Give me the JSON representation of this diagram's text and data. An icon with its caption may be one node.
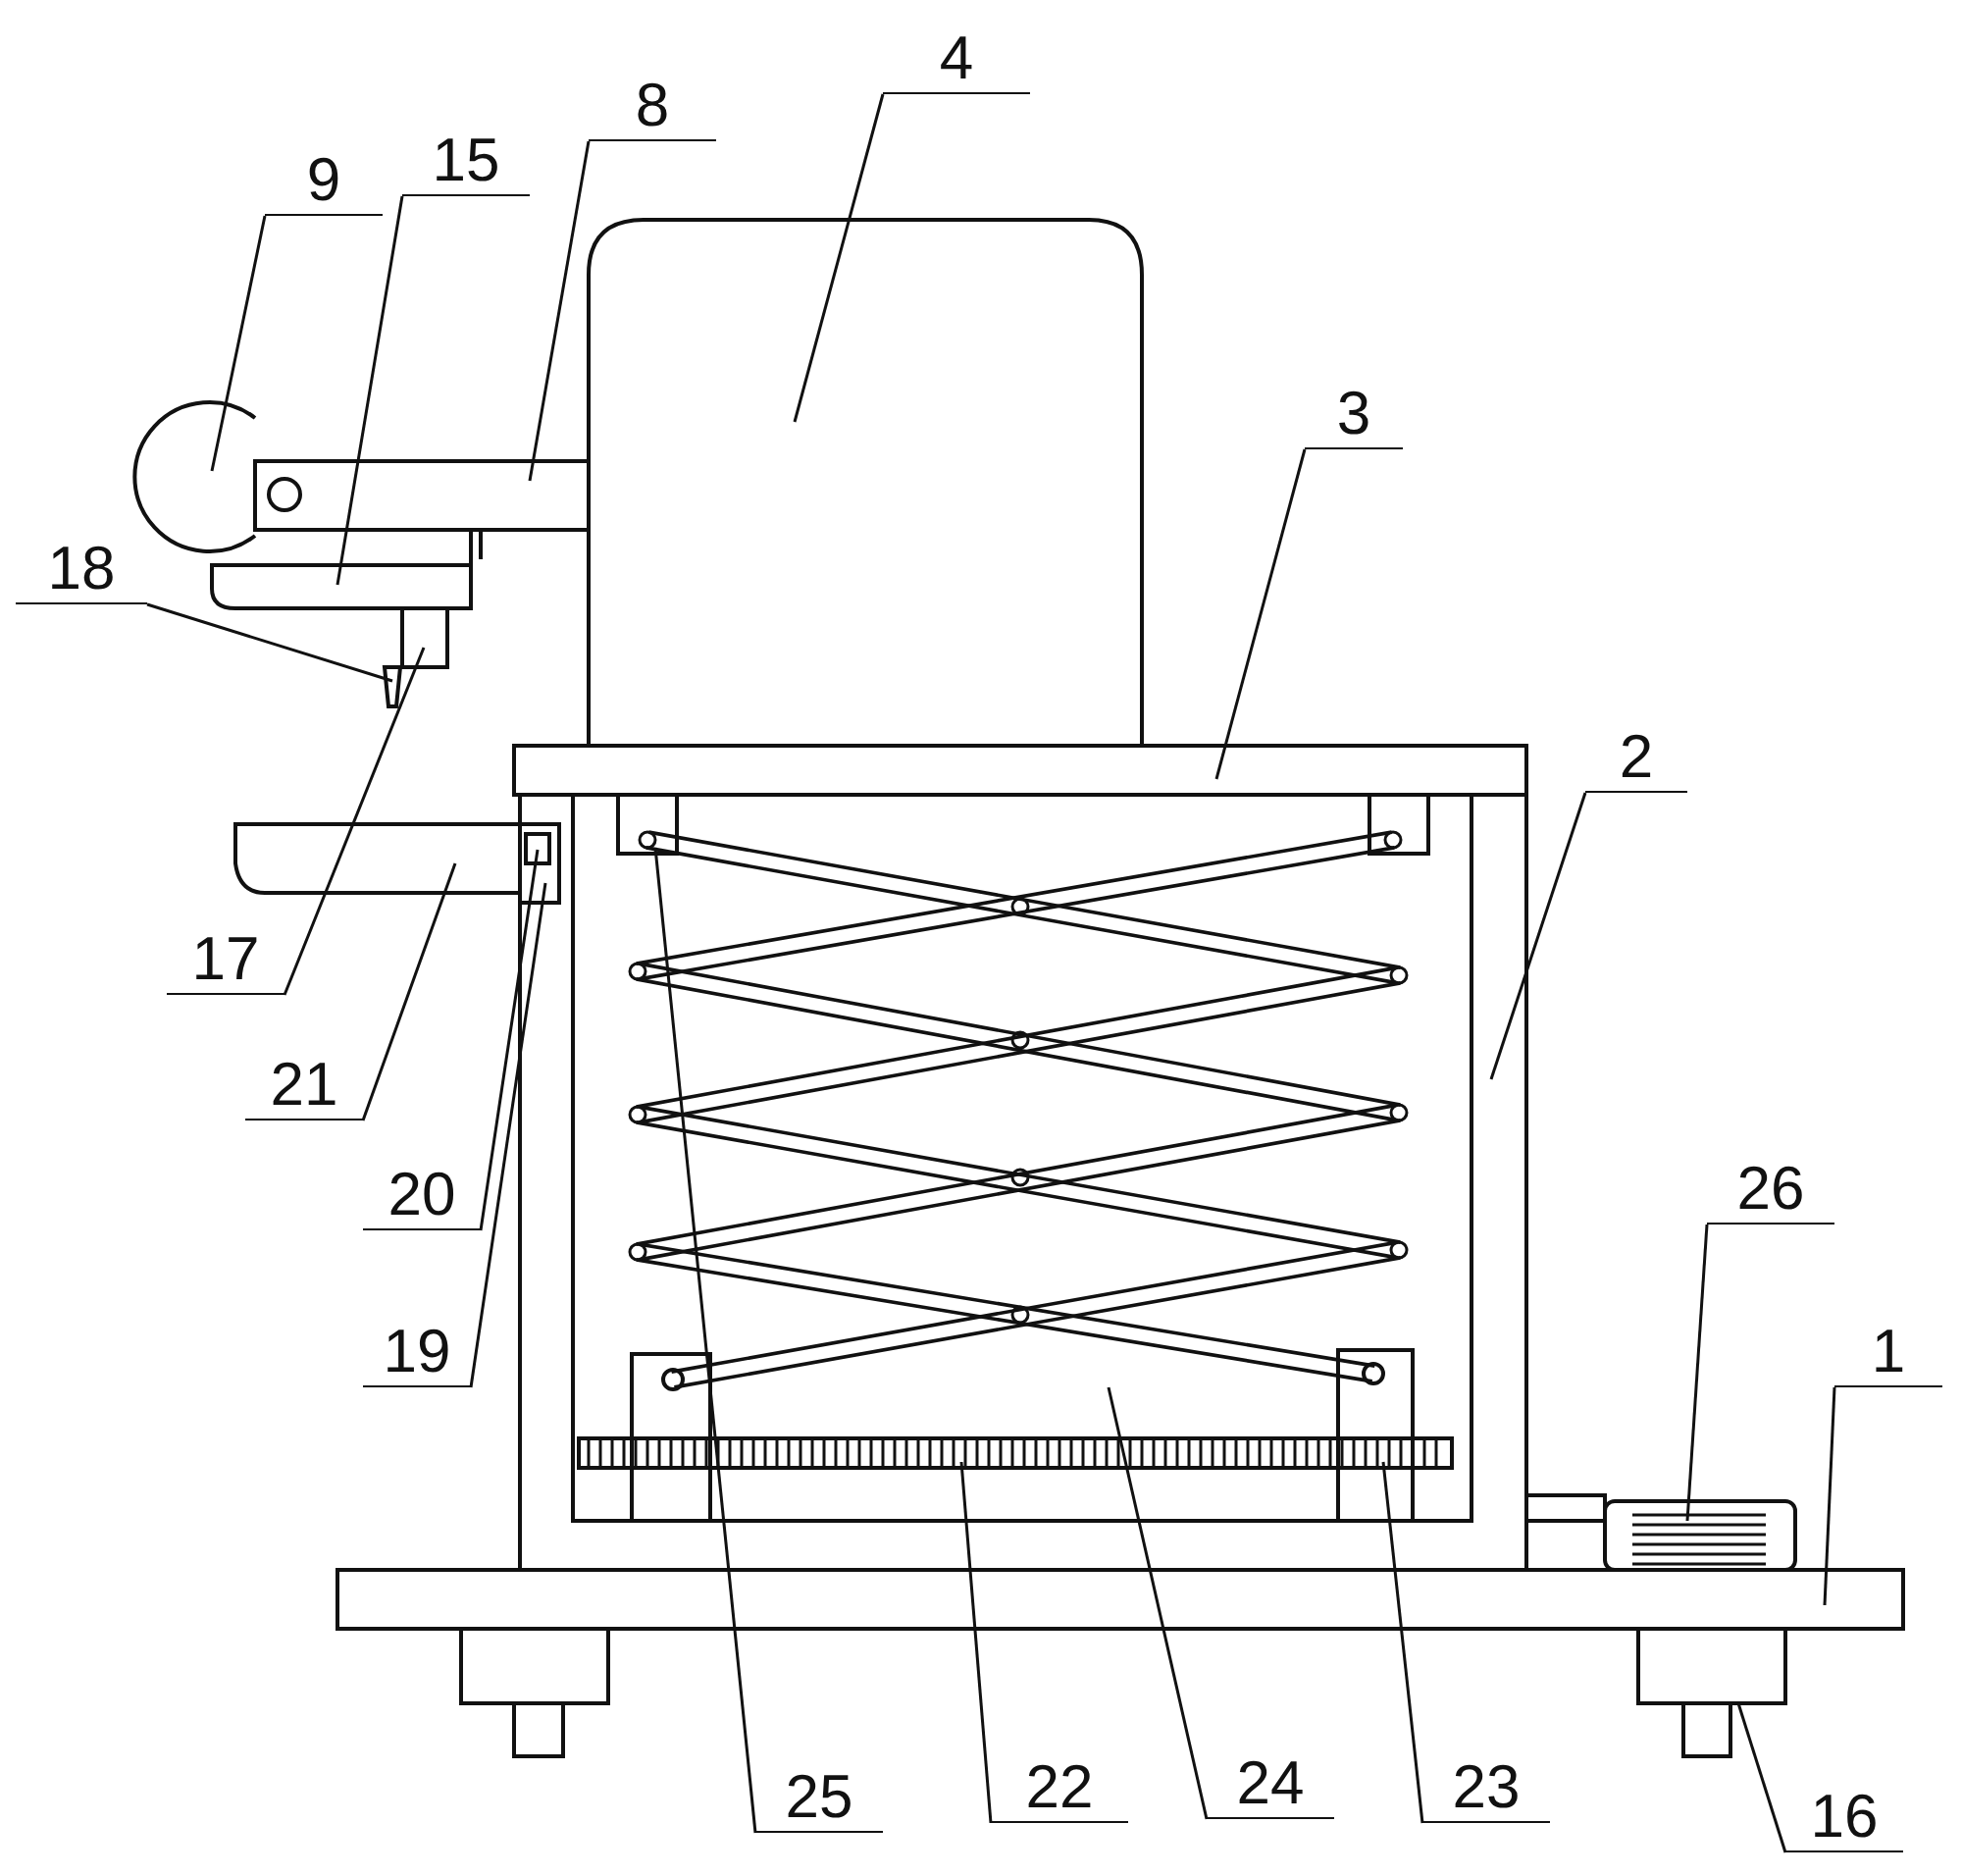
{
  "diagram": {
    "nodes": [
      {
        "text": [
          "4"
        ]
      },
      {
        "text": [
          "8"
        ]
      },
      {
        "text": [
          "9"
        ]
      },
      {
        "text": [
          "15"
        ]
      },
      {
        "text": [
          "3"
        ]
      },
      {
        "text": [
          "18"
        ]
      },
      {
        "text": [
          "2"
        ]
      },
      {
        "text": [
          "17"
        ]
      },
      {
        "text": [
          "21"
        ]
      },
      {
        "text": [
          "20"
        ]
      },
      {
        "text": [
          "26"
        ]
      },
      {
        "text": [
          "19"
        ]
      },
      {
        "text": [
          "1"
        ]
      },
      {
        "text": [
          "25"
        ]
      },
      {
        "text": [
          "22"
        ]
      },
      {
        "text": [
          "24"
        ]
      },
      {
        "text": [
          "23"
        ]
      },
      {
        "text": [
          "16"
        ]
      },
      {
        "text": [],
        "shape": "picture"
      },
      {
        "text": [],
        "shape": "picture"
      },
      {
        "text": [],
        "shape": "picture"
      },
      {
        "text": [],
        "shape": "picture"
      },
      {
        "text": [],
        "shape": "box"
      },
      {
        "text": [],
        "shape": "picture"
      },
      {
        "text": [],
        "shape": "picture"
      },
      {
        "text": [],
        "shape": "box"
      },
      {
        "text": [],
        "shape": "picture"
      },
      {
        "text": [],
        "shape": "box",
        "in": 29
      },
      {
        "text": [],
        "shape": "picture"
      },
      {
        "text": [],
        "shape": "box",
        "in": 24
      },
      {
        "text": [],
        "shape": "box"
      },
      {
        "text": [],
        "shape": "box",
        "in": 24
      },
      {
        "text": [],
        "shape": "box",
        "in": 24
      },
      {
        "text": [],
        "shape": "picture",
        "in": 24
      },
      {
        "text": [],
        "shape": "picture",
        "in": 24
      },
      {
        "text": [],
        "shape": "box"
      },
      {
        "text": [],
        "shape": "box"
      },
      {
        "text": [],
        "shape": "box",
        "in": 24
      },
      {
        "text": [],
        "shape": "picture",
        "in": 24
      }
    ],
    "edges": [
      {
        "from": 0,
        "to": 18,
        "arrow": "none"
      },
      {
        "from": 1,
        "to": 19,
        "arrow": "none"
      },
      {
        "from": 2,
        "to": 20,
        "arrow": "none"
      },
      {
        "from": 3,
        "to": 21,
        "arrow": "none"
      },
      {
        "from": 4,
        "to": 22,
        "arrow": "none"
      },
      {
        "from": 5,
        "to": 23,
        "arrow": "none"
      },
      {
        "from": 6,
        "to": 24,
        "arrow": "none"
      },
      {
        "from": 7,
        "to": 25,
        "arrow": "none"
      },
      {
        "from": 8,
        "to": 26,
        "arrow": "none"
      },
      {
        "from": 9,
        "to": 27,
        "arrow": "none"
      },
      {
        "from": 10,
        "to": 28,
        "arrow": "none"
      },
      {
        "from": 11,
        "to": 29,
        "arrow": "none"
      },
      {
        "from": 12,
        "to": 30,
        "arrow": "none"
      },
      {
        "from": 13,
        "to": 31,
        "arrow": "none"
      },
      {
        "from": 14,
        "to": 32,
        "arrow": "none"
      },
      {
        "from": 15,
        "to": 33,
        "arrow": "none"
      },
      {
        "from": 16,
        "to": 34,
        "arrow": "none"
      },
      {
        "from": 17,
        "to": 35,
        "arrow": "none"
      }
    ]
  }
}
